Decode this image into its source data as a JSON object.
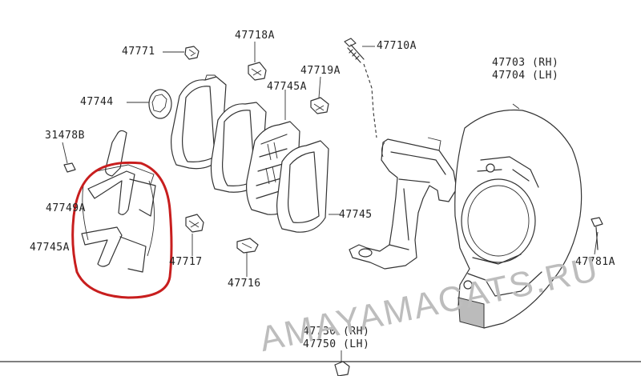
{
  "labels": {
    "p47771": "47771",
    "p47718a": "47718A",
    "p47710a": "47710A",
    "p47703": "47703 (RH)",
    "p47704": "47704 (LH)",
    "p47719a": "47719A",
    "p47745a_top": "47745A",
    "p47744": "47744",
    "p31478b": "31478B",
    "p47749a": "47749A",
    "p47745a_left": "47745A",
    "p47745": "47745",
    "p47717": "47717",
    "p47716": "47716",
    "p47781a": "47781A",
    "p47730": "47730 (RH)",
    "p47750": "47750 (LH)"
  },
  "watermark": "AMAYAMACATS.RU",
  "colors": {
    "line": "#333333",
    "highlight": "#c81e1e",
    "watermark": "#bdbdbd"
  }
}
